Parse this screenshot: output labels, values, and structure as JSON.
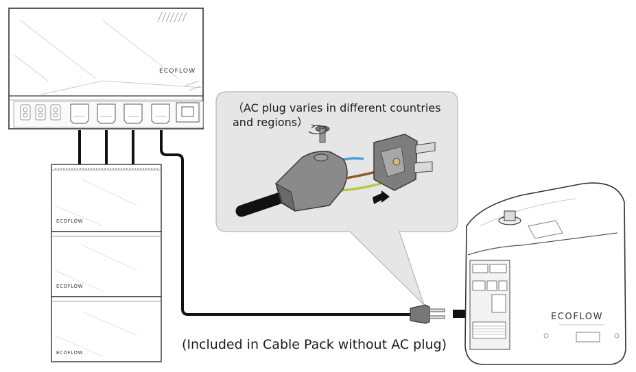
{
  "callout": {
    "line1": "（AC plug varies in different countries",
    "line2": "and regions）"
  },
  "caption": "(Included in Cable Pack without AC plug)",
  "brand": "ECOFLOW",
  "colors": {
    "outline": "#4a4a4a",
    "device_fill": "#ffffff",
    "callout_fill": "#e6e6e6",
    "plug_fill": "#8a8a8a",
    "cable": "#111111",
    "wire_blue": "#4a9fd8",
    "wire_brown": "#8b5a2b",
    "wire_yellow_green": "#b8c94a"
  },
  "icons": [
    "screw-icon",
    "arrow-right-icon",
    "arrow-down-icon"
  ]
}
